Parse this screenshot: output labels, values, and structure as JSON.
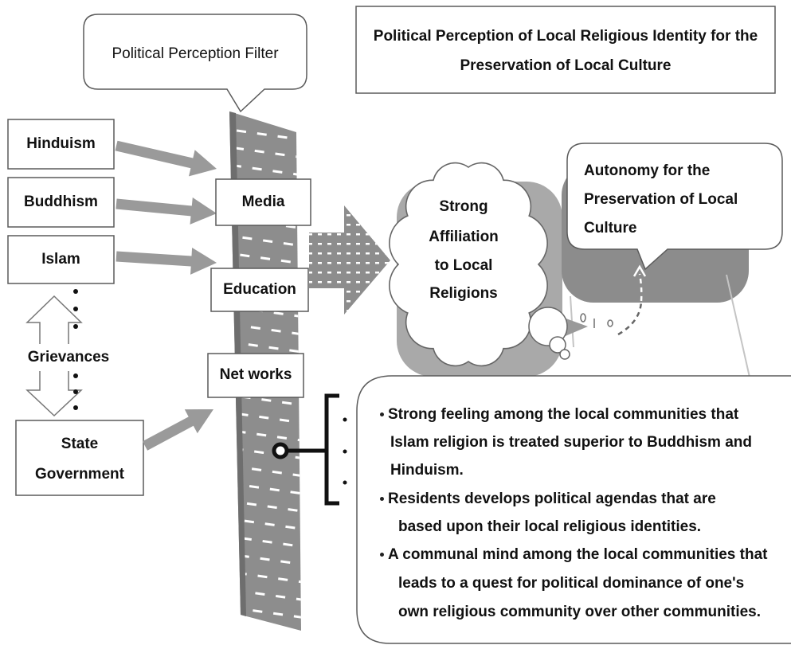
{
  "filter_bubble": {
    "label": "Political Perception Filter"
  },
  "title_box": {
    "lines": [
      "Political Perception of Local Religious Identity for the",
      "Preservation of Local Culture"
    ]
  },
  "religions": {
    "items": [
      "Hinduism",
      "Buddhism",
      "Islam"
    ]
  },
  "grievances": {
    "label": "Grievances"
  },
  "state_government": {
    "lines": [
      "State",
      "Government"
    ]
  },
  "filter_channels": {
    "items": [
      "Media",
      "Education",
      "Net works"
    ]
  },
  "cloud": {
    "lines": [
      "Strong",
      "Affiliation",
      "to Local",
      "Religions"
    ]
  },
  "autonomy": {
    "lines": [
      "Autonomy for the",
      "Preservation of Local",
      "Culture"
    ]
  },
  "outcomes": {
    "points": [
      {
        "lines": [
          "Strong feeling among the local communities that",
          "Islam religion is treated superior to Buddhism and",
          "Hinduism."
        ]
      },
      {
        "lines": [
          "Residents develops political agendas that are",
          "based upon their local religious identities."
        ]
      },
      {
        "lines": [
          "A communal mind among the local communities that",
          "leads to a quest for political dominance of one's",
          "own religious community over other communities."
        ]
      }
    ]
  },
  "colors": {
    "arrow_gray": "#9a9a9a",
    "panel_gray": "#8d8d8d",
    "outline": "#5a5a5a",
    "text": "#111111"
  }
}
